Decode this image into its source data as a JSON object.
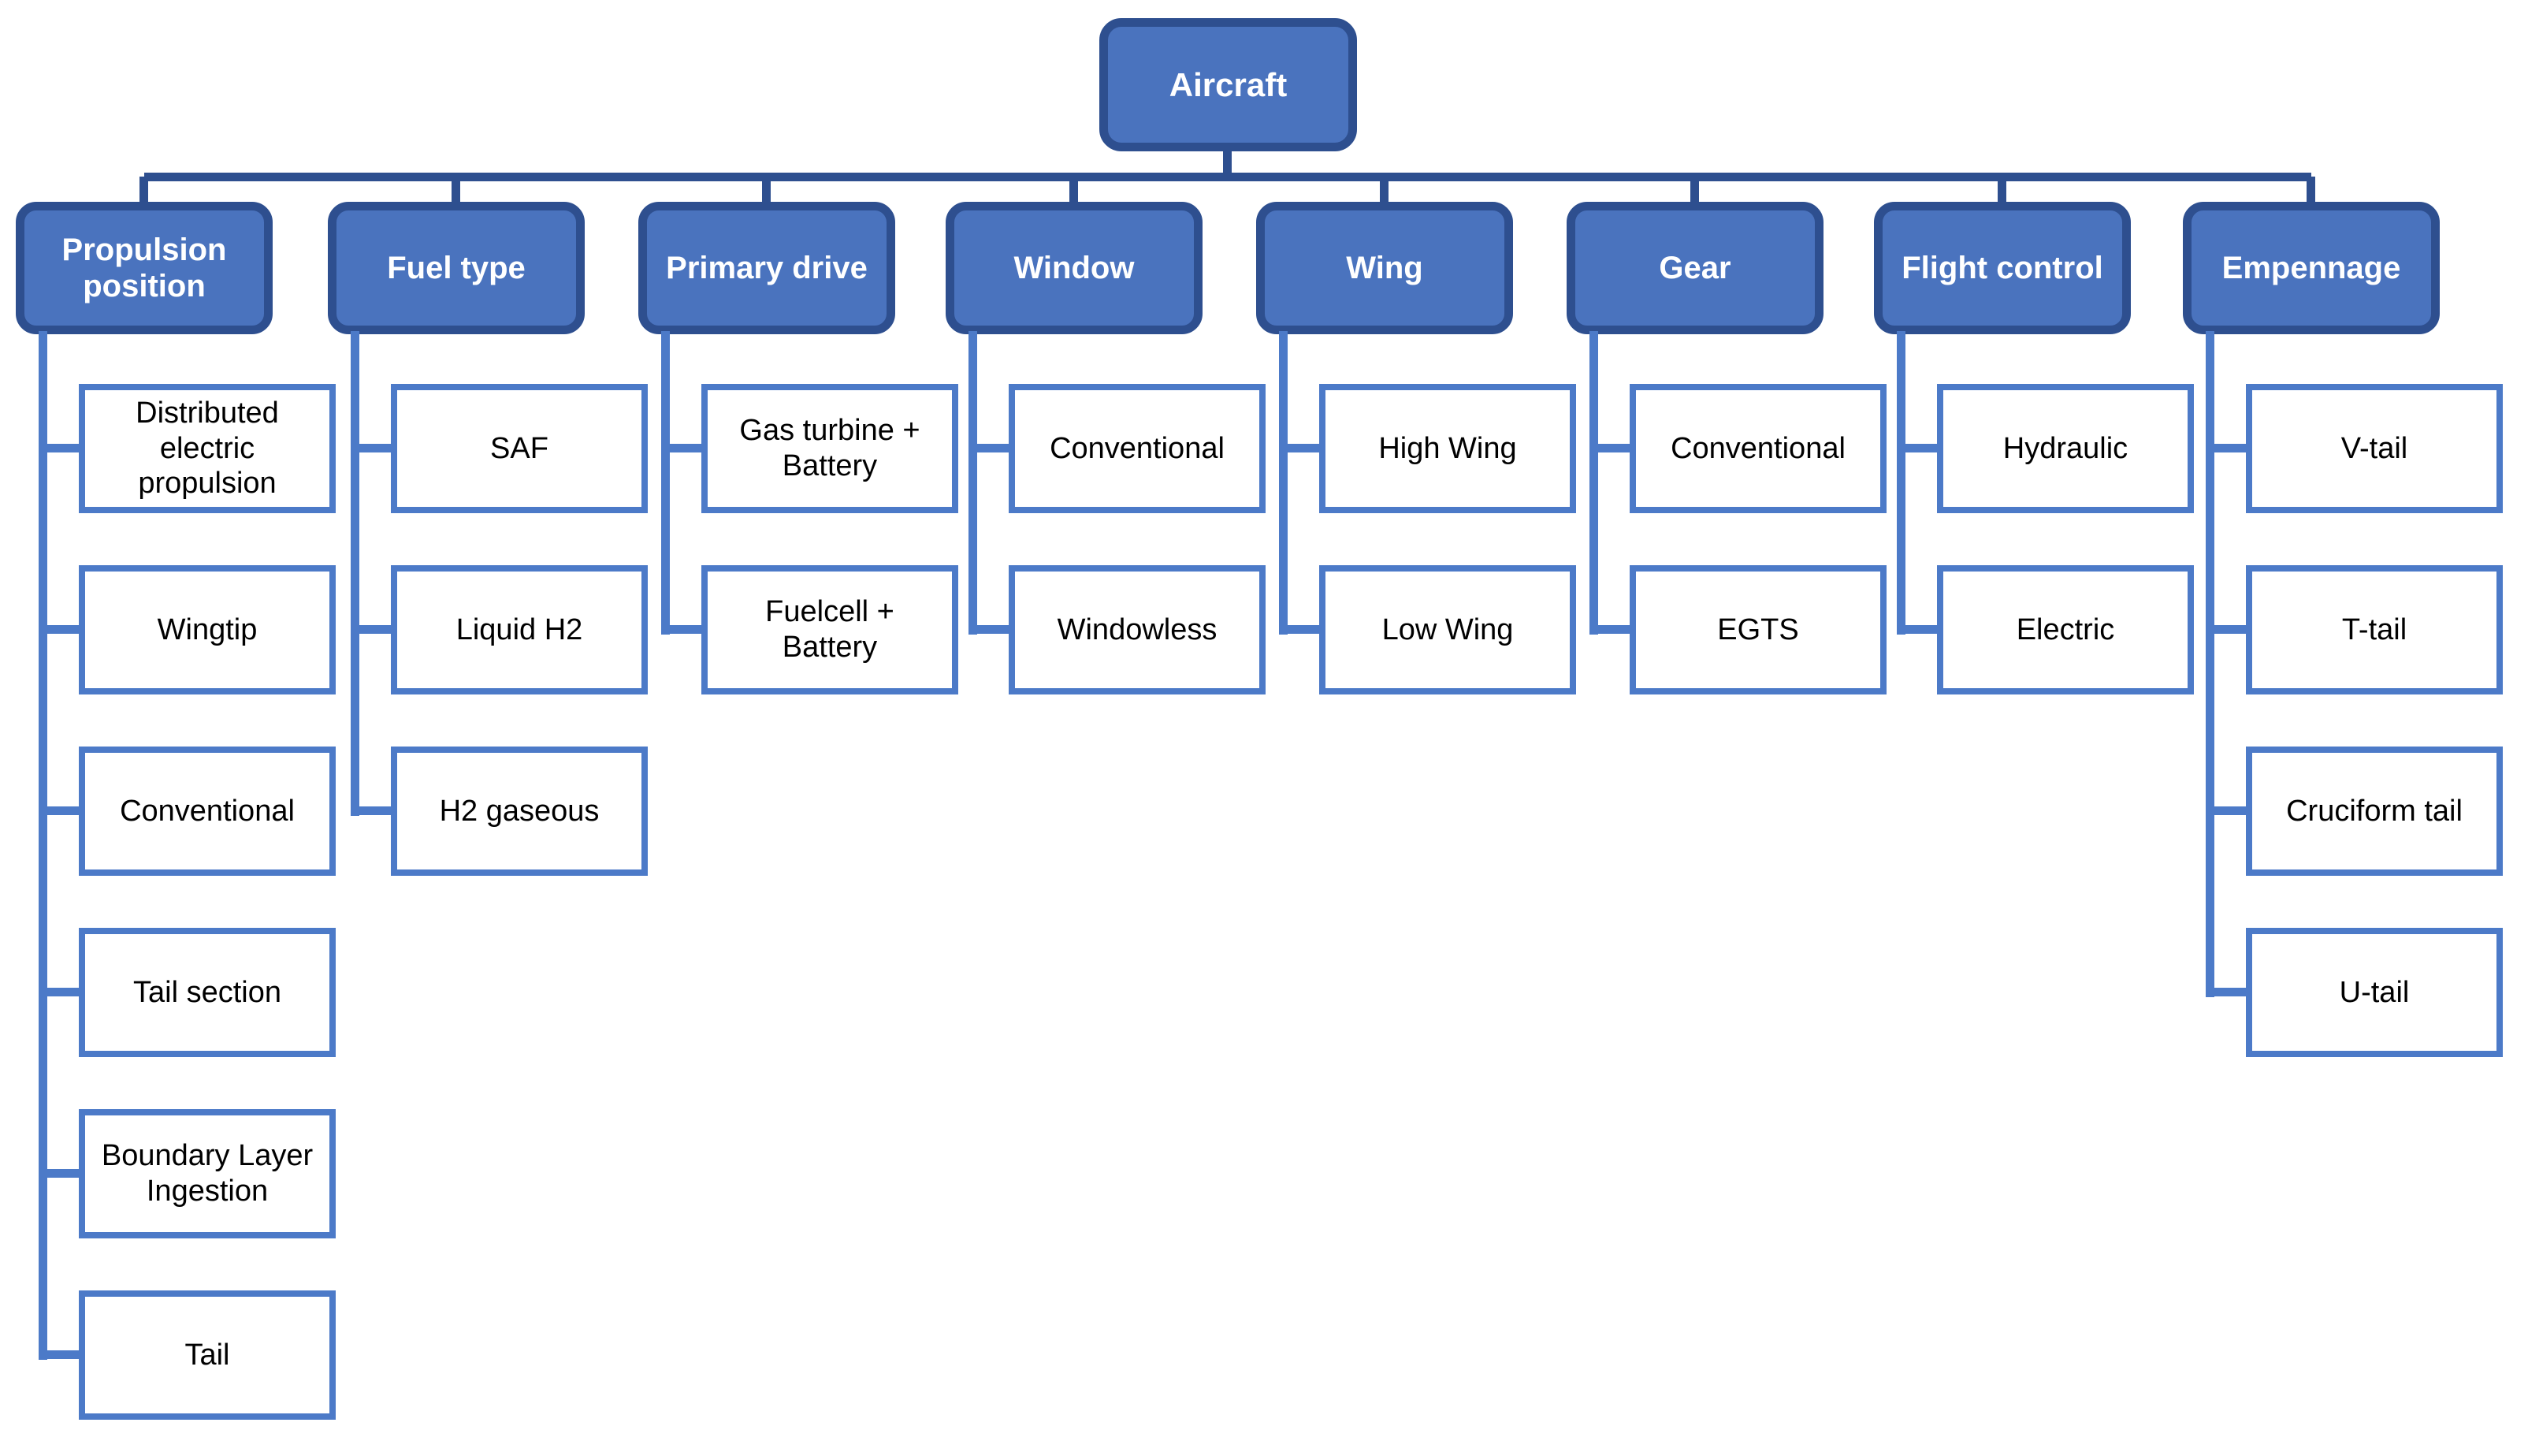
{
  "root": {
    "label": "Aircraft"
  },
  "categories": [
    {
      "label": "Propulsion position",
      "children": [
        "Distributed electric propulsion",
        "Wingtip",
        "Conventional",
        "Tail section",
        "Boundary Layer Ingestion",
        "Tail"
      ]
    },
    {
      "label": "Fuel type",
      "children": [
        "SAF",
        "Liquid H2",
        "H2 gaseous"
      ]
    },
    {
      "label": "Primary drive",
      "children": [
        "Gas turbine + Battery",
        "Fuelcell + Battery"
      ]
    },
    {
      "label": "Window",
      "children": [
        "Conventional",
        "Windowless"
      ]
    },
    {
      "label": "Wing",
      "children": [
        "High Wing",
        "Low Wing"
      ]
    },
    {
      "label": "Gear",
      "children": [
        "Conventional",
        "EGTS"
      ]
    },
    {
      "label": "Flight control",
      "children": [
        "Hydraulic",
        "Electric"
      ]
    },
    {
      "label": "Empennage",
      "children": [
        "V-tail",
        "T-tail",
        "Cruciform tail",
        "U-tail"
      ]
    }
  ],
  "colors": {
    "header_fill": "#4a73be",
    "header_border": "#2e4f8f",
    "child_border": "#4c7ac8",
    "top_connector": "#2e4f8f",
    "column_connector": "#4c7ac8",
    "header_text": "#ffffff",
    "child_text": "#000000"
  }
}
